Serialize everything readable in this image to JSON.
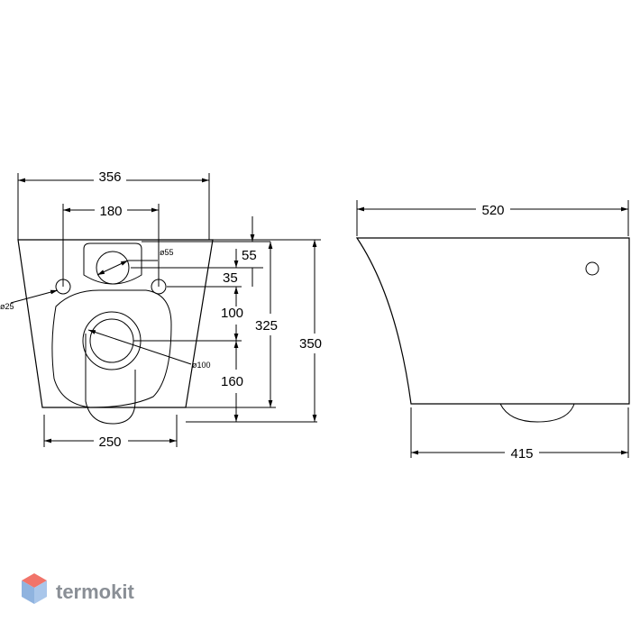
{
  "front_view": {
    "width_top": "356",
    "pipe_spacing": "180",
    "outlet_diameter": "ø55",
    "outlet_offset": "55",
    "mount_offset": "35",
    "mount_hole_diameter": "ø25",
    "center_to_mount": "100",
    "drain_diameter": "ø100",
    "drain_height": "160",
    "mount_height": "325",
    "total_height": "350",
    "width_bottom": "250"
  },
  "side_view": {
    "depth_top": "520",
    "depth_bottom": "415"
  },
  "brand": {
    "name": "termokit",
    "colors": {
      "logo_top": "#f1746a",
      "logo_right": "#a9c6ea",
      "logo_left": "#8fb3df"
    }
  }
}
